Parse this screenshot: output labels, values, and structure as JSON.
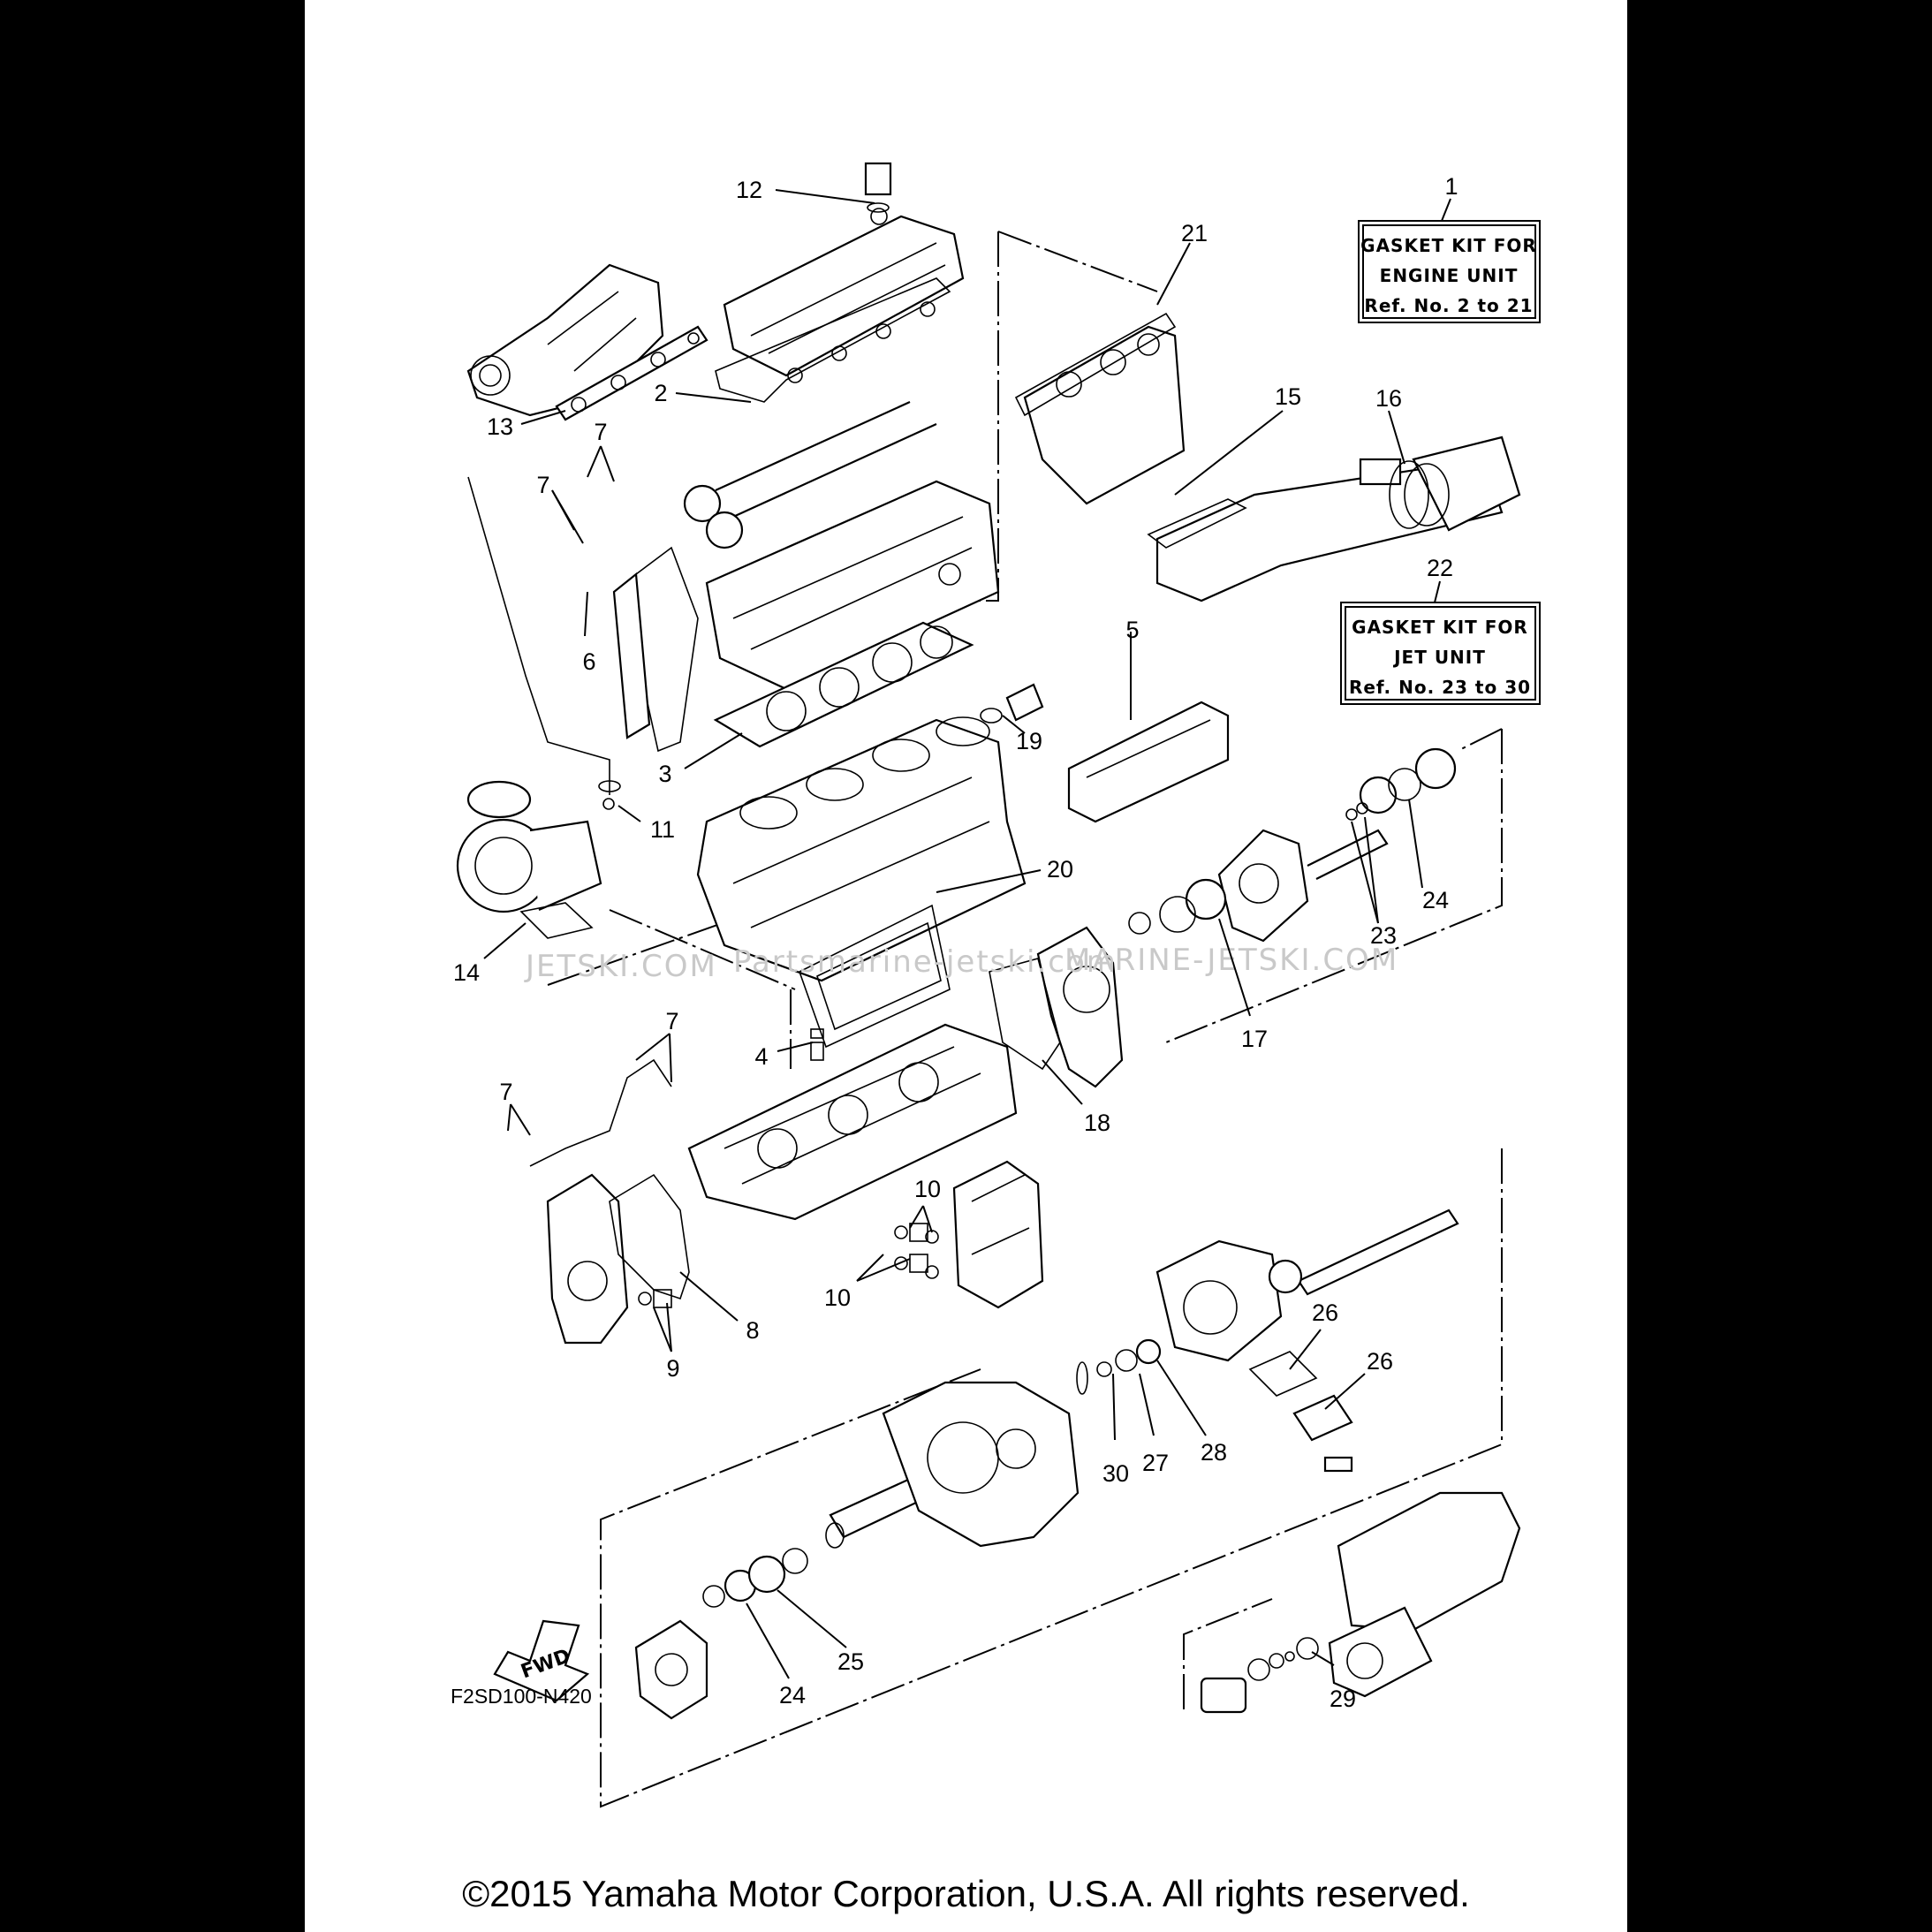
{
  "diagram": {
    "kit_boxes": [
      {
        "ref": "1",
        "lines": [
          "GASKET KIT FOR",
          "ENGINE UNIT",
          "Ref. No. 2 to 21"
        ]
      },
      {
        "ref": "22",
        "lines": [
          "GASKET KIT FOR",
          "JET UNIT",
          "Ref. No. 23 to 30"
        ]
      }
    ],
    "callouts": [
      "12",
      "21",
      "2",
      "13",
      "7",
      "7",
      "15",
      "16",
      "6",
      "5",
      "3",
      "19",
      "11",
      "20",
      "14",
      "23",
      "24",
      "17",
      "4",
      "18",
      "7",
      "7",
      "10",
      "10",
      "8",
      "9",
      "26",
      "26",
      "30",
      "27",
      "28",
      "25",
      "24",
      "29"
    ],
    "fwd_label": "FWD",
    "diagram_code": "F2SD100-N420",
    "watermarks": [
      "JETSKI.COM",
      "Partsmarine-jetski.com",
      "MARINE-JETSKI.COM"
    ]
  },
  "footer": {
    "copyright": "©2015 Yamaha Motor Corporation, U.S.A. All rights reserved."
  }
}
